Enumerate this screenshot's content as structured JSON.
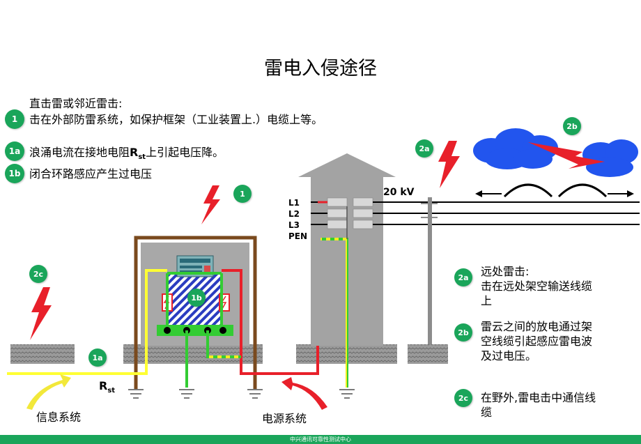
{
  "title": "雷电入侵途径",
  "legend": {
    "item1": {
      "badge": "1",
      "line1": "直击雷或邻近雷击:",
      "line2": "击在外部防雷系统，如保护框架（工业装置上.）电缆上等。"
    },
    "item1a": {
      "badge": "1a",
      "text_pre": "浪涌电流在接地电阻",
      "text_R": "R",
      "text_sub": "st",
      "text_post": "上引起电压降。"
    },
    "item1b": {
      "badge": "1b",
      "text": "闭合环路感应产生过电压"
    }
  },
  "diagram": {
    "badges": {
      "b1": "1",
      "b1a": "1a",
      "b1b": "1b",
      "b2a": "2a",
      "b2b": "2b",
      "b2c": "2c"
    },
    "lines": {
      "l1": "L1",
      "l2": "L2",
      "l3": "L3",
      "pen": "PEN"
    },
    "voltage": "20 kV",
    "rst_R": "R",
    "rst_sub": "st",
    "info_system": "信息系统",
    "power_system": "电源系统"
  },
  "right_legend": {
    "item2a": {
      "badge": "2a",
      "lines": [
        "远处雷击:",
        "击在远处架空输送线缆",
        "上"
      ]
    },
    "item2b": {
      "badge": "2b",
      "lines": [
        "雷云之间的放电通过架",
        "空线缆引起感应雷电波",
        "及过电压。"
      ]
    },
    "item2c": {
      "badge": "2c",
      "lines": [
        "在野外,雷电击中通信线",
        "缆"
      ]
    }
  },
  "footer": "中兴通讯可靠性测试中心",
  "colors": {
    "badge": "#1aa55a",
    "lightning": "#e8202a",
    "power": "#e8202a",
    "info": "#ffff33",
    "ground": "#33cc33",
    "frame": "#7a4a1e",
    "cloud": "#2255ee"
  }
}
